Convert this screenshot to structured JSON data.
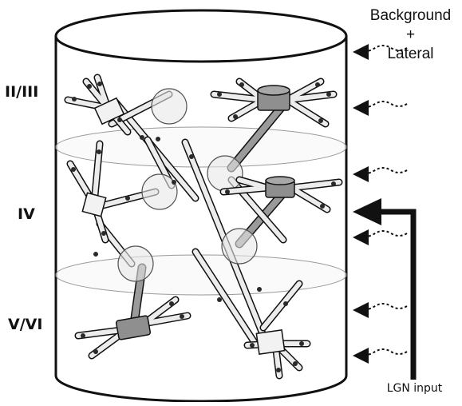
{
  "layer_labels": {
    "upper": "II/III",
    "middle": "IV",
    "lower": "V/VI"
  },
  "inputs": {
    "background_line1": "Background",
    "background_line2": "+",
    "background_line3": "Lateral",
    "lgn": "LGN input"
  },
  "colors": {
    "outline": "#111111",
    "soma": "#8f8f8f",
    "dendrite": "#e9e9e9",
    "synapse_dot": "#2a2a2a",
    "disc": "#f6f6f6"
  }
}
